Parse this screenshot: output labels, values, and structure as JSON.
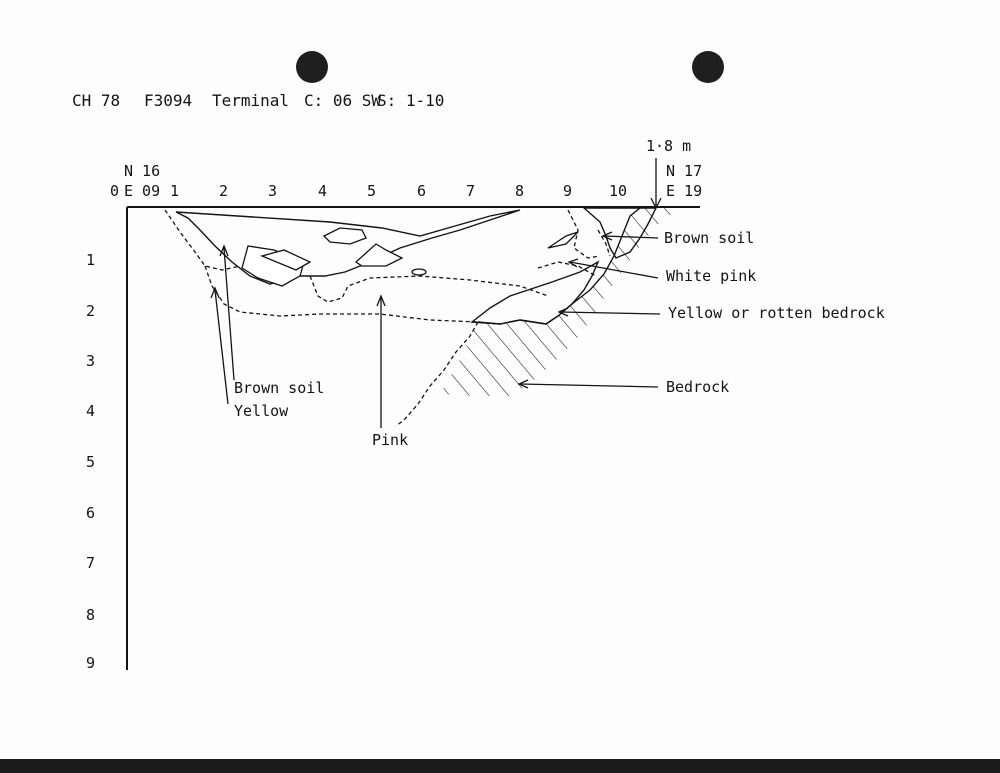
{
  "header": {
    "site": "CH 78",
    "feature": "F3094",
    "type": "Terminal",
    "coordinate": "C: 06 SW",
    "sections": "S: 1-10"
  },
  "grid": {
    "origin_label": "0",
    "left_ref_n": "N 16",
    "left_ref_e": "E 09",
    "right_ref_n": "N 17",
    "right_ref_e": "E 19",
    "datum_label": "1·8 m"
  },
  "x_ticks": [
    "1",
    "2",
    "3",
    "4",
    "5",
    "6",
    "7",
    "8",
    "9",
    "10"
  ],
  "y_ticks": [
    "1",
    "2",
    "3",
    "4",
    "5",
    "6",
    "7",
    "8",
    "9"
  ],
  "labels": {
    "brown_soil_right": "Brown soil",
    "white_pink": "White pink",
    "yellow_bedrock": "Yellow or rotten bedrock",
    "bedrock": "Bedrock",
    "brown_soil_left": "Brown soil",
    "yellow_left": "Yellow",
    "pink": "Pink"
  },
  "colors": {
    "ink": "#141414",
    "paper": "#fdfdfd",
    "punch_hole": "#1f1f1f"
  }
}
